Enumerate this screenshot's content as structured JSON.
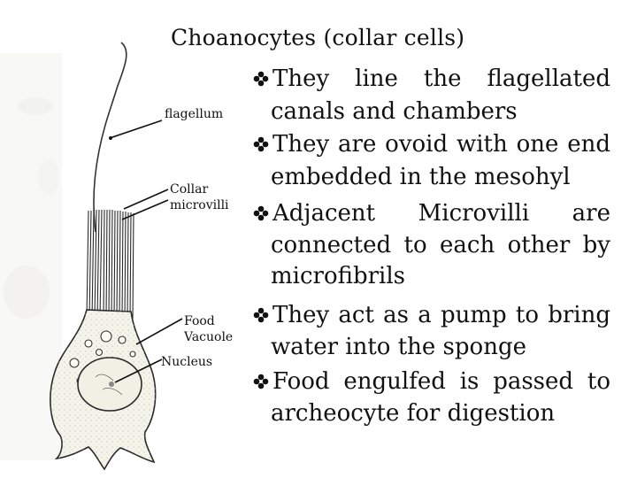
{
  "slide": {
    "title": "Choanocytes (collar cells)",
    "bullets": [
      {
        "marker_icon": "diamond-bullet-icon",
        "lines": [
          "They line the flagellated",
          "canals and chambers"
        ]
      },
      {
        "marker_icon": "diamond-bullet-icon",
        "lines": [
          "They are ovoid with one end",
          "embedded in the mesohyl"
        ]
      },
      {
        "marker_icon": "diamond-bullet-icon",
        "lines": [
          "Adjacent Microvilli are",
          "connected to each other by",
          "microfibrils"
        ]
      },
      {
        "marker_icon": "diamond-bullet-icon",
        "lines": [
          " They act as a pump to bring",
          "water into the sponge"
        ]
      },
      {
        "marker_icon": "diamond-bullet-icon",
        "lines": [
          "Food engulfed is passed to",
          "archeocyte for digestion"
        ]
      }
    ]
  },
  "diagram": {
    "labels": {
      "flagellum": "flagellum",
      "collar_line1": "Collar",
      "collar_line2": "microvilli",
      "food_line1": "Food",
      "food_line2": "Vacuole",
      "nucleus": "Nucleus"
    }
  }
}
